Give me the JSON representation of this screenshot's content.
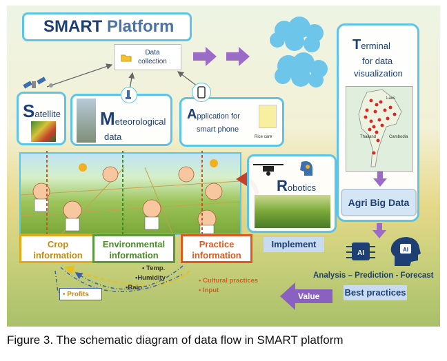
{
  "title": {
    "part1": "SMART",
    "part2": "Platform"
  },
  "data_collection": {
    "line1": "Data",
    "line2": "collection"
  },
  "sources": {
    "satellite": {
      "initial": "S",
      "rest": "atellite"
    },
    "meteorological": {
      "initial": "M",
      "rest": "eteorological",
      "line2": "data"
    },
    "application": {
      "initial": "A",
      "rest": "pplication for",
      "line2": "smart phone",
      "tag": "Rice care"
    }
  },
  "terminal": {
    "initial": "T",
    "rest": "erminal",
    "line2": "for data",
    "line3": "visualization"
  },
  "map_labels": [
    "Laos",
    "Cambodia",
    "Thailand"
  ],
  "agri_big_data": "Agri Big Data",
  "robotics": {
    "initial": "R",
    "rest": "obotics"
  },
  "implement": "Implement",
  "crop": {
    "line1": "Crop",
    "line2": "information"
  },
  "environmental": {
    "line1": "Environmental",
    "line2": "information",
    "items": [
      "• Temp.",
      "•Humidity",
      "•Rain"
    ]
  },
  "practice": {
    "line1": "Practice",
    "line2": "information",
    "items": [
      "• Cultural practices",
      "• Input"
    ]
  },
  "profits": "• Profits",
  "analysis": "Analysis – Prediction - Forecast",
  "best_practices": "Best practices",
  "value": "Value",
  "ai_label": "AI",
  "caption": "Figure 3. The schematic diagram of data flow in SMART platform",
  "colors": {
    "crop": "#e6a817",
    "environmental": "#5a9a3a",
    "practice": "#e0571f",
    "frame": "#5bc4e8",
    "navy": "#1d3f73",
    "arrow": "#9b6bc6"
  }
}
